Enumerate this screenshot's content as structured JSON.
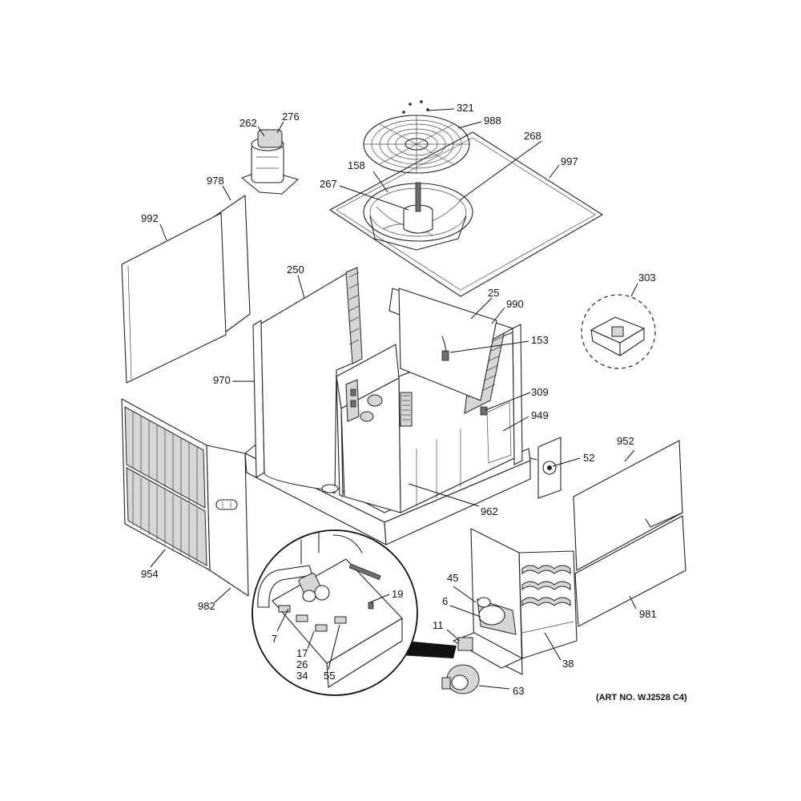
{
  "diagram": {
    "art_number": "(ART NO. WJ2528 C4)",
    "callouts": {
      "p321": "321",
      "p988": "988",
      "p262": "262",
      "p276": "276",
      "p268": "268",
      "p997": "997",
      "p978": "978",
      "p158": "158",
      "p267": "267",
      "p992": "992",
      "p250": "250",
      "p303": "303",
      "p25": "25",
      "p990": "990",
      "p153": "153",
      "p970": "970",
      "p309": "309",
      "p949": "949",
      "p952": "952",
      "p52": "52",
      "p962": "962",
      "p954": "954",
      "p982": "982",
      "p19": "19",
      "p45": "45",
      "p6": "6",
      "p981": "981",
      "p7": "7",
      "p11": "11",
      "p17": "17",
      "p26": "26",
      "p34": "34",
      "p55": "55",
      "p38": "38",
      "p63": "63"
    }
  }
}
